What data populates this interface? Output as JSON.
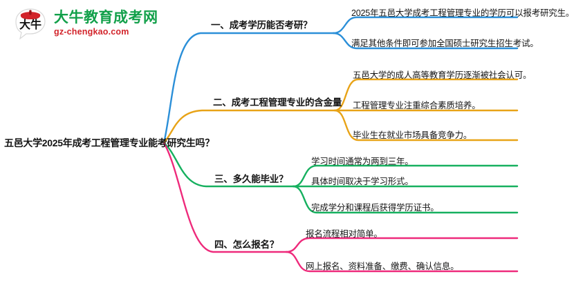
{
  "logo": {
    "title": "大牛教育成考网",
    "subtitle": "gz-chengkao.com",
    "mark_text": "大牛",
    "title_color": "#12a04a",
    "subtitle_color": "#d2232a"
  },
  "mindmap": {
    "root": {
      "label": "五邑大学2025年成考工程管理专业能考研究生吗？"
    },
    "branches": [
      {
        "label": "一、成考学历能否考研？",
        "color": "#2b8fd8",
        "leaves": [
          {
            "label": "2025年五邑大学成考工程管理专业的学历可以报考研究生。"
          },
          {
            "label": "满足其他条件即可参加全国硕士研究生招生考试。"
          }
        ]
      },
      {
        "label": "二、成考工程管理专业的含金量",
        "color": "#e8a317",
        "leaves": [
          {
            "label": "五邑大学的成人高等教育学历逐渐被社会认可。"
          },
          {
            "label": "工程管理专业注重综合素质培养。"
          },
          {
            "label": "毕业生在就业市场具备竞争力。"
          }
        ]
      },
      {
        "label": "三、多久能毕业？",
        "color": "#16b05f",
        "leaves": [
          {
            "label": "学习时间通常为两到三年。"
          },
          {
            "label": "具体时间取决于学习形式。"
          },
          {
            "label": "完成学分和课程后获得学历证书。"
          }
        ]
      },
      {
        "label": "四、怎么报名？",
        "color": "#ee2a7b",
        "leaves": [
          {
            "label": "报名流程相对简单。"
          },
          {
            "label": "网上报名、资料准备、缴费、确认信息。"
          }
        ]
      }
    ]
  }
}
